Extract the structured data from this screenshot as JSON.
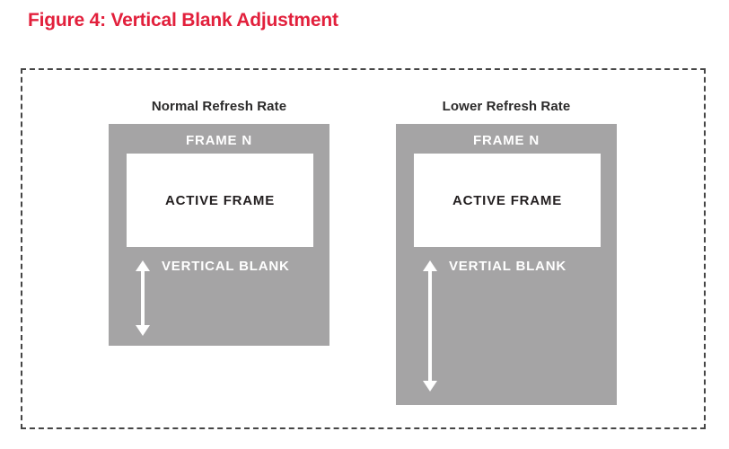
{
  "figure": {
    "title": "Figure 4: Vertical Blank Adjustment"
  },
  "colors": {
    "title_red": "#e2203c",
    "box_gray": "#a5a4a5",
    "label_white": "#ffffff",
    "text_black": "#231f20",
    "dashed_border": "#454545",
    "background": "#ffffff"
  },
  "icons": {
    "blank_extent_arrow": "double-vertical-arrow-icon"
  },
  "panels": [
    {
      "heading": "Normal Refresh Rate",
      "frame_label": "FRAME N",
      "active_frame_label": "ACTIVE FRAME",
      "blank_label": "VERTICAL BLANK"
    },
    {
      "heading": "Lower Refresh Rate",
      "frame_label": "FRAME N",
      "active_frame_label": "ACTIVE FRAME",
      "blank_label": "VERTIAL BLANK"
    }
  ]
}
